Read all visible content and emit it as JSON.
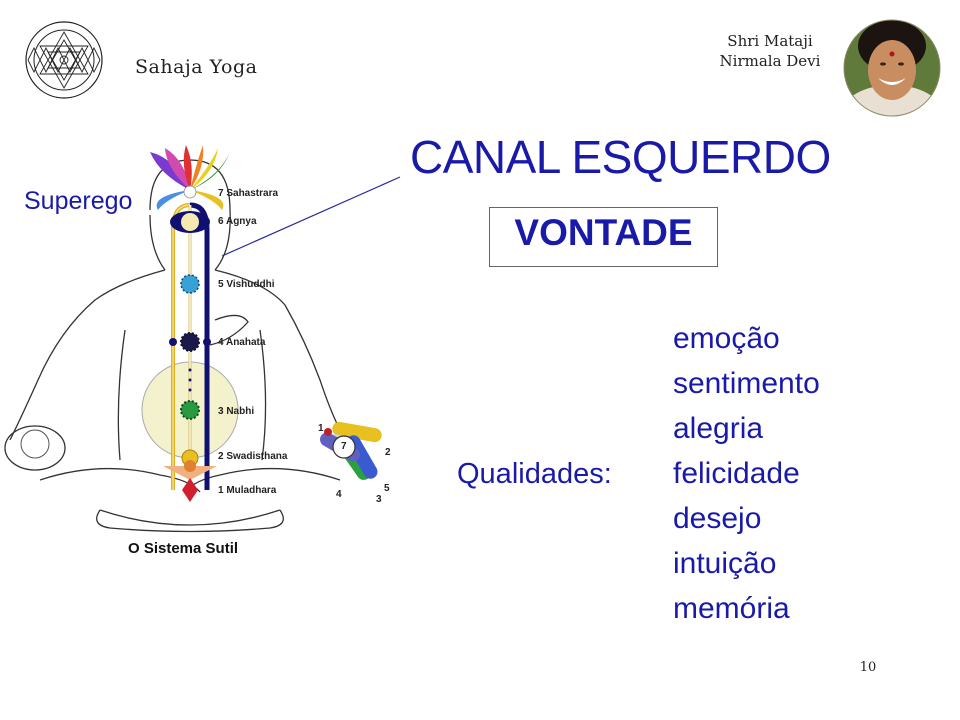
{
  "header": {
    "brand": "Sahaja Yoga",
    "founder_line1": "Shri Mataji",
    "founder_line2": "Nirmala Devi"
  },
  "slide": {
    "title": "CANAL ESQUERDO",
    "boxed_word": "VONTADE",
    "side_label": "Superego",
    "qualities_label": "Qualidades:",
    "qualities": [
      "emoção",
      "sentimento",
      "alegria",
      "felicidade",
      "desejo",
      "intuição",
      "memória"
    ],
    "page_number": "10"
  },
  "diagram": {
    "chakras": [
      {
        "label": "7 Sahastrara"
      },
      {
        "label": "6 Agnya"
      },
      {
        "label": "5 Vishuddhi"
      },
      {
        "label": "4 Anahata"
      },
      {
        "label": "3 Nabhi"
      },
      {
        "label": "2 Swadisthana"
      },
      {
        "label": "1 Muladhara"
      }
    ],
    "caption": "O Sistema Sutil",
    "hand_numbers": [
      "1",
      "2",
      "3",
      "4",
      "5",
      "7"
    ]
  },
  "colors": {
    "accent_blue": "#1a1aa8",
    "left_channel": "#101070",
    "right_channel": "#e0b020"
  }
}
